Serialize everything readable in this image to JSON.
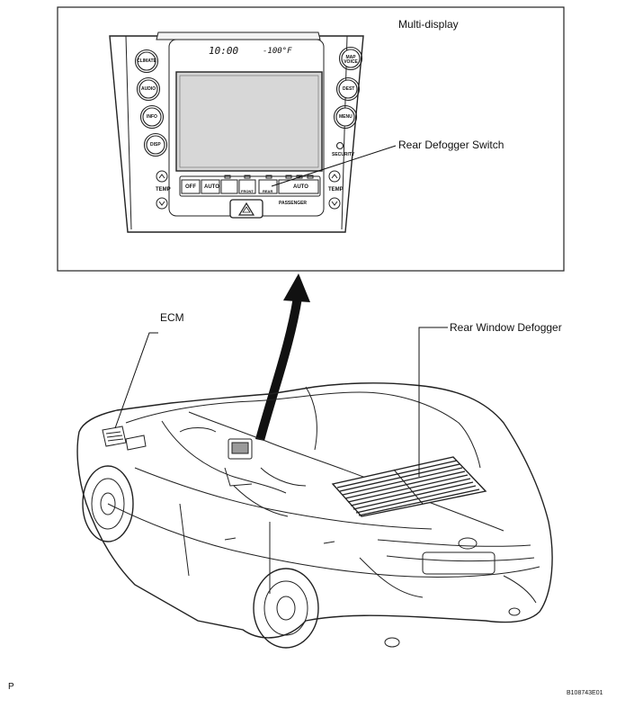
{
  "labels": {
    "multi_display": "Multi-display",
    "rear_defogger_switch": "Rear Defogger Switch",
    "ecm": "ECM",
    "rear_window_defogger": "Rear Window Defogger",
    "page_letter": "P",
    "figure_code": "B108743E01"
  },
  "panel": {
    "left_buttons": [
      "CLIMATE",
      "AUDIO",
      "INFO",
      "DISP"
    ],
    "right_buttons": [
      "MAP VOICE",
      "DEST",
      "MENU"
    ],
    "clock": "10:00",
    "outside_temp": "-100°F",
    "security": "SECURITY",
    "temp_left": "TEMP",
    "temp_right": "TEMP",
    "passenger": "PASSENGER",
    "climate_buttons": [
      "OFF",
      "AUTO",
      "",
      "",
      "FRONT",
      "REAR",
      "AUTO"
    ]
  }
}
